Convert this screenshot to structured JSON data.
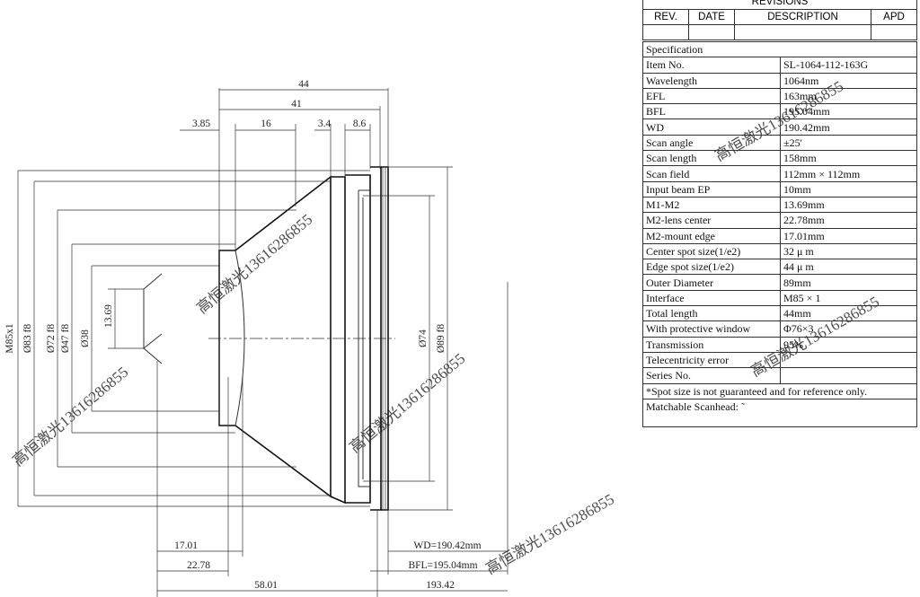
{
  "revisions": {
    "title": "REVISIONS",
    "headers": [
      "REV.",
      "DATE",
      "DESCRIPTION",
      "APD"
    ]
  },
  "spec": {
    "title": "Specification",
    "rows": [
      {
        "label": "Item No.",
        "value": "SL-1064-112-163G"
      },
      {
        "label": "Wavelength",
        "value": "1064nm"
      },
      {
        "label": "EFL",
        "value": "163mm"
      },
      {
        "label": "BFL",
        "value": "195.04mm"
      },
      {
        "label": "WD",
        "value": "190.42mm"
      },
      {
        "label": "Scan angle",
        "value": "±25'"
      },
      {
        "label": "Scan length",
        "value": "158mm"
      },
      {
        "label": "Scan field",
        "value": "112mm × 112mm"
      },
      {
        "label": "Input beam EP",
        "value": "10mm"
      },
      {
        "label": "M1-M2",
        "value": "13.69mm"
      },
      {
        "label": "M2-lens center",
        "value": "22.78mm"
      },
      {
        "label": "M2-mount edge",
        "value": "17.01mm"
      },
      {
        "label": "Center spot size(1/e2)",
        "value": "32 μ m"
      },
      {
        "label": "Edge spot size(1/e2)",
        "value": "44 μ m"
      },
      {
        "label": "Outer Diameter",
        "value": "89mm"
      },
      {
        "label": "Interface",
        "value": "M85 × 1"
      },
      {
        "label": "Total length",
        "value": "44mm"
      },
      {
        "label": "With protective window",
        "value": "Φ76×3"
      },
      {
        "label": "Transmission",
        "value": "95%"
      },
      {
        "label": "Telecentricity error",
        "value": ""
      },
      {
        "label": "Series No.",
        "value": ""
      }
    ],
    "note": "*Spot size is not guaranteed and for reference only.",
    "scanhead_label": "Matchable Scanhead:",
    "scanhead_value": "˜"
  },
  "dimensions": {
    "top": [
      "44",
      "41",
      "3.85",
      "16",
      "3.4",
      "8.6"
    ],
    "left": [
      "M85x1",
      "Ø83 f8",
      "Ø72 f8",
      "Ø47 f8",
      "Ø38",
      "13.69"
    ],
    "right": [
      "Ø74",
      "Ø89 f8"
    ],
    "bottom": [
      "17.01",
      "22.78",
      "58.01",
      "WD=190.42mm",
      "BFL=195.04mm",
      "193.42"
    ]
  },
  "watermark": "高恒激光13616286855"
}
